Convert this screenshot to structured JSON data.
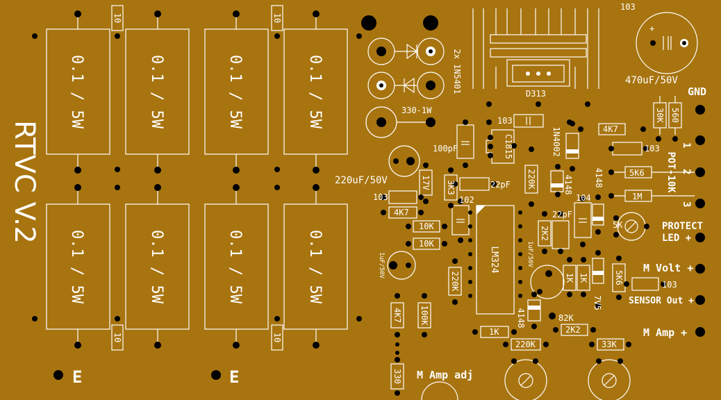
{
  "board": {
    "title": "RTVC V.2",
    "background": "#a8740f",
    "silk_color": "#ffffff",
    "pad_color": "#000000"
  },
  "power_resistors": {
    "label": "0.1 / 5W",
    "top_small": [
      "10",
      "10"
    ],
    "bottom_small": [
      "10",
      "10"
    ]
  },
  "e_labels": [
    "E",
    "E"
  ],
  "components": {
    "diode_pair": "2x 1N5401",
    "r330_1w": "330-1W",
    "transistor": "D313",
    "c_top": "103",
    "c_bulk": "470uF/50V",
    "c_220": "220uF/50V",
    "c_1uf": "1uF/50V",
    "c103_a": "103",
    "c103_b": "103",
    "c103_c": "103",
    "c103_d": "103",
    "c100pf": "100pF",
    "c22pf_a": "22pF",
    "c22pf_b": "22pF",
    "c102": "102",
    "c104": "104",
    "q_c1815": "C1815",
    "zener_17v": "17V",
    "zener_7v5": "7V5",
    "d_1n4002": "1N4002",
    "d_4148_a": "4148",
    "d_4148_b": "4148",
    "d_4148_c": "4148",
    "r3k3": "3K3",
    "r4k7_a": "4K7",
    "r4k7_b": "4K7",
    "r4k7_c": "4K7",
    "r10k_a": "10K",
    "r10k_b": "10K",
    "r220k_a": "220K",
    "r220k_b": "220K",
    "r220k_c": "220K",
    "r100k": "100K",
    "r330": "330",
    "r2k2_a": "2K2",
    "r2k2_b": "2K2",
    "r1k_a": "1K",
    "r1k_b": "1K",
    "r1k_c": "1K",
    "r5k6_a": "5K6",
    "r5k6_b": "5K6",
    "r1m": "1M",
    "r30k": "30K",
    "r560": "560",
    "r82k": "82K",
    "r33k": "33K",
    "pot_5k": "5K",
    "ic": "LM324"
  },
  "connectors": {
    "gnd": "GND",
    "pot_10k": "POT-10K",
    "pin1": "1",
    "pin2": "2",
    "pin3": "3",
    "protect": "PROTECT",
    "led": "LED +",
    "m_volt": "M Volt +",
    "sensor_out": "SENSOR Out +",
    "m_amp": "M Amp +",
    "m_amp_adj": "M Amp adj"
  }
}
